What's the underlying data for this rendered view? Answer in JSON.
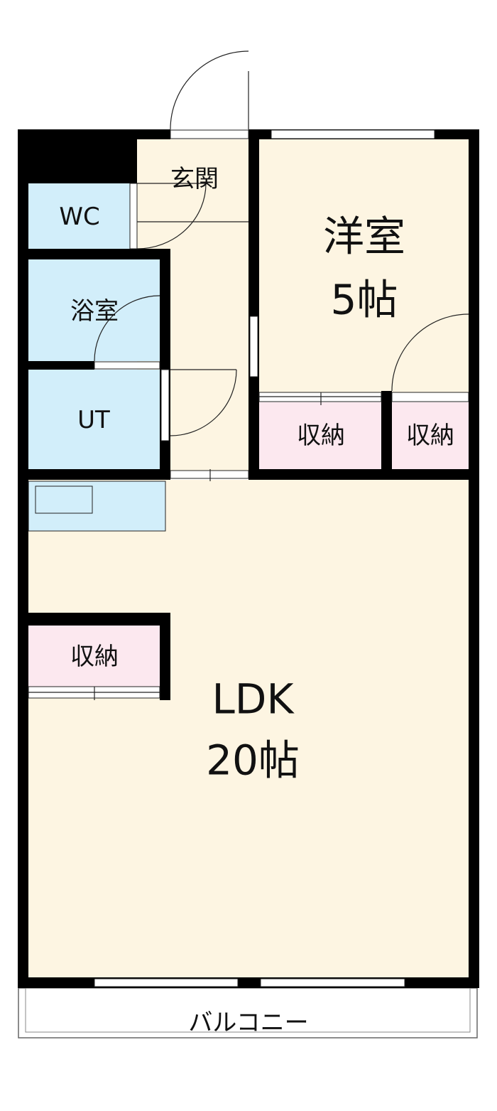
{
  "colors": {
    "wall": "#000000",
    "floor": "#fdf5e2",
    "wet": "#d2eefa",
    "storage": "#fce8ef"
  },
  "rooms": {
    "entrance": "玄関",
    "wc": "WC",
    "bath": "浴室",
    "ut": "UT",
    "western_room": {
      "name": "洋室",
      "size": "5帖"
    },
    "storage_1": "収納",
    "storage_2": "収納",
    "storage_3": "収納",
    "ldk": {
      "name": "LDK",
      "size": "20帖"
    },
    "balcony": "バルコニー"
  }
}
